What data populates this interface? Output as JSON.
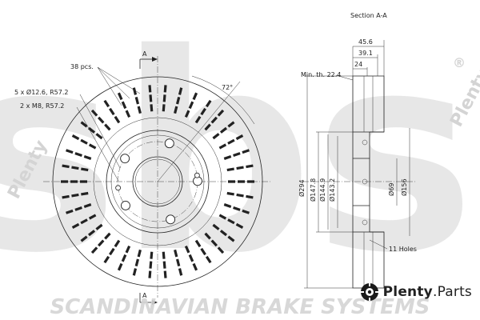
{
  "watermark": {
    "logo_text": "sbs",
    "bottom_text": "SCANDINAVIAN BRAKE SYSTEMS",
    "side_left": "Plenty",
    "side_right": "Plenty",
    "registered": "®"
  },
  "section_view": {
    "title": "Section A-A",
    "min_thickness_label": "Min. th. 22.4",
    "dim_width_total": "45.6",
    "dim_width_mid": "39.1",
    "dim_width_inner": "24",
    "dia_outer": "Ø294",
    "dia_147_8": "Ø147.8",
    "dia_144_9": "Ø144.9",
    "dia_143_2": "Ø143.2",
    "dia_69": "Ø69",
    "dia_156": "Ø156",
    "holes_label": "11 Holes"
  },
  "front_view": {
    "vanes_label": "38 pcs.",
    "bolt_holes_label": "5 x Ø12.6, R57.2",
    "thread_holes_label": "2 x M8, R57.2",
    "angle_label": "72°",
    "section_mark_top": "A",
    "section_mark_bottom": "A"
  },
  "brand": {
    "name_bold": "Plenty",
    "name_rest": ".Parts"
  }
}
